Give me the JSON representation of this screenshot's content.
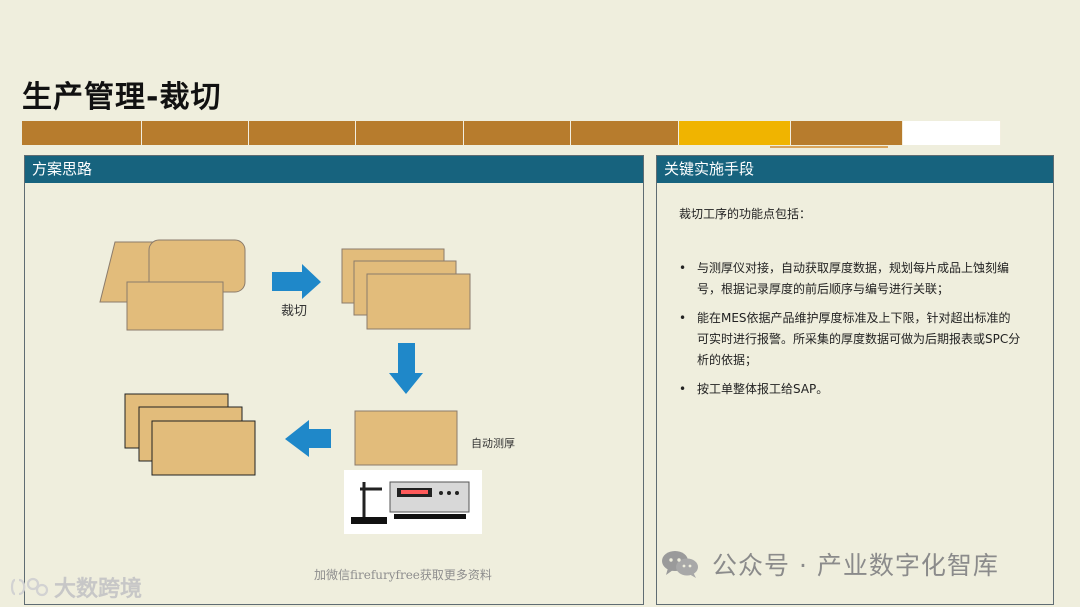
{
  "page_title": "生产管理-裁切",
  "tabbar": {
    "segments": [
      {
        "width": 120,
        "color": "#b77c2d"
      },
      {
        "width": 107,
        "color": "#b77c2d"
      },
      {
        "width": 107,
        "color": "#b77c2d"
      },
      {
        "width": 108,
        "color": "#b77c2d"
      },
      {
        "width": 107,
        "color": "#b77c2d"
      },
      {
        "width": 108,
        "color": "#b77c2d"
      },
      {
        "width": 112,
        "color": "#f0b400"
      },
      {
        "width": 112,
        "color": "#b77c2d"
      },
      {
        "width": 98,
        "color": "#ffffff"
      }
    ]
  },
  "left_panel": {
    "header": "方案思路",
    "diagram": {
      "cut_label": "裁切",
      "measure_label": "自动测厚",
      "footer_watermark": "加微信firefuryfree获取更多资料",
      "machine_image_icon": "thickness-gauge-machine-icon"
    }
  },
  "right_panel": {
    "header": "关键实施手段",
    "intro": "裁切工序的功能点包括：",
    "bullets": [
      "与测厚仪对接，自动获取厚度数据，规划每片成品上蚀刻编号，根据记录厚度的前后顺序与编号进行关联；",
      "能在MES依据产品维护厚度标准及上下限，针对超出标准的可实时进行报警。所采集的厚度数据可做为后期报表或SPC分析的依据；",
      "按工单整体报工给SAP。"
    ]
  },
  "watermarks": {
    "wechat": "公众号 · 产业数字化智库",
    "logo_text": "大数跨境",
    "wechat_icon": "wechat-icon",
    "logo_icon": "brand-logo-icon"
  },
  "colors": {
    "page_background": "#efeedd",
    "header_blue": "#17637e",
    "sheet_fill": "#e2bc7b",
    "sheet_stroke": "#8b7b6b",
    "arrow_blue": "#1f88c9"
  }
}
